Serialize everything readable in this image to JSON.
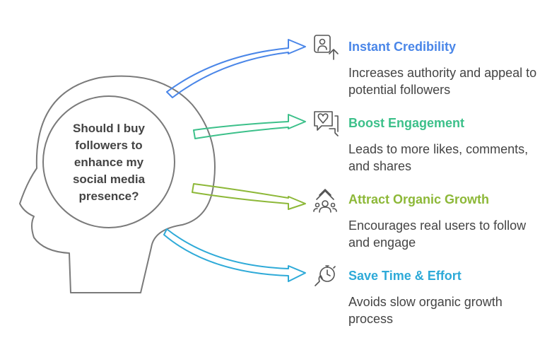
{
  "question": "Should I buy followers to enhance my social media presence?",
  "colors": {
    "outline": "#7a7a7a",
    "text": "#444444",
    "blue": "#4a86e8",
    "green": "#3cc08a",
    "olive": "#8db838",
    "cyan": "#2eaad8"
  },
  "items": [
    {
      "title": "Instant Credibility",
      "description": "Increases authority and appeal to potential followers",
      "icon": "user-upload-icon",
      "color": "#4a86e8"
    },
    {
      "title": "Boost Engagement",
      "description": "Leads to more likes, comments, and shares",
      "icon": "heart-chat-icon",
      "color": "#3cc08a"
    },
    {
      "title": "Attract Organic Growth",
      "description": "Encourages real users to follow and engage",
      "icon": "growth-people-icon",
      "color": "#8db838"
    },
    {
      "title": "Save Time & Effort",
      "description": "Avoids slow organic growth process",
      "icon": "stopwatch-hand-icon",
      "color": "#2eaad8"
    }
  ]
}
